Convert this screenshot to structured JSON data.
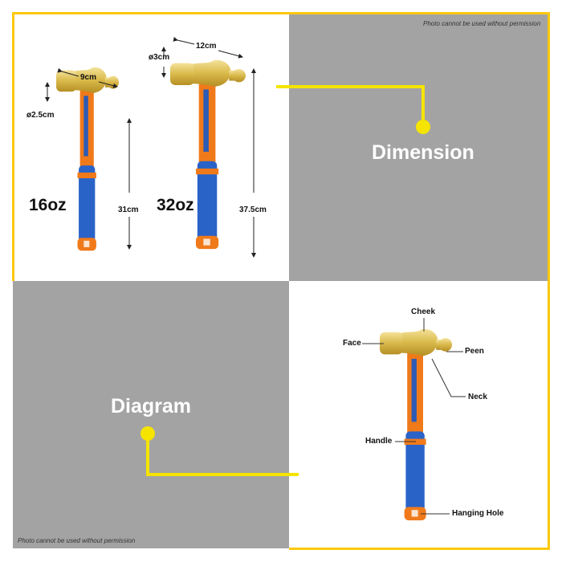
{
  "permission_notice": "Photo cannot be used without permission",
  "sections": {
    "dimension": "Dimension",
    "diagram": "Diagram"
  },
  "models": [
    {
      "weight": "16oz",
      "head_length": "9cm",
      "face_diameter": "ø2.5cm",
      "total_length": "31cm"
    },
    {
      "weight": "32oz",
      "head_length": "12cm",
      "face_diameter": "ø3cm",
      "total_length": "37.5cm"
    }
  ],
  "parts": {
    "cheek": "Cheek",
    "face": "Face",
    "peen": "Peen",
    "neck": "Neck",
    "handle": "Handle",
    "hanging_hole": "Hanging Hole"
  },
  "colors": {
    "accent": "#fcc80f",
    "connector": "#f5e400",
    "panel_gray": "#a4a3a4",
    "handle_orange": "#f07a1a",
    "handle_blue": "#2a63c8",
    "head_brass": "#d9b94a"
  }
}
